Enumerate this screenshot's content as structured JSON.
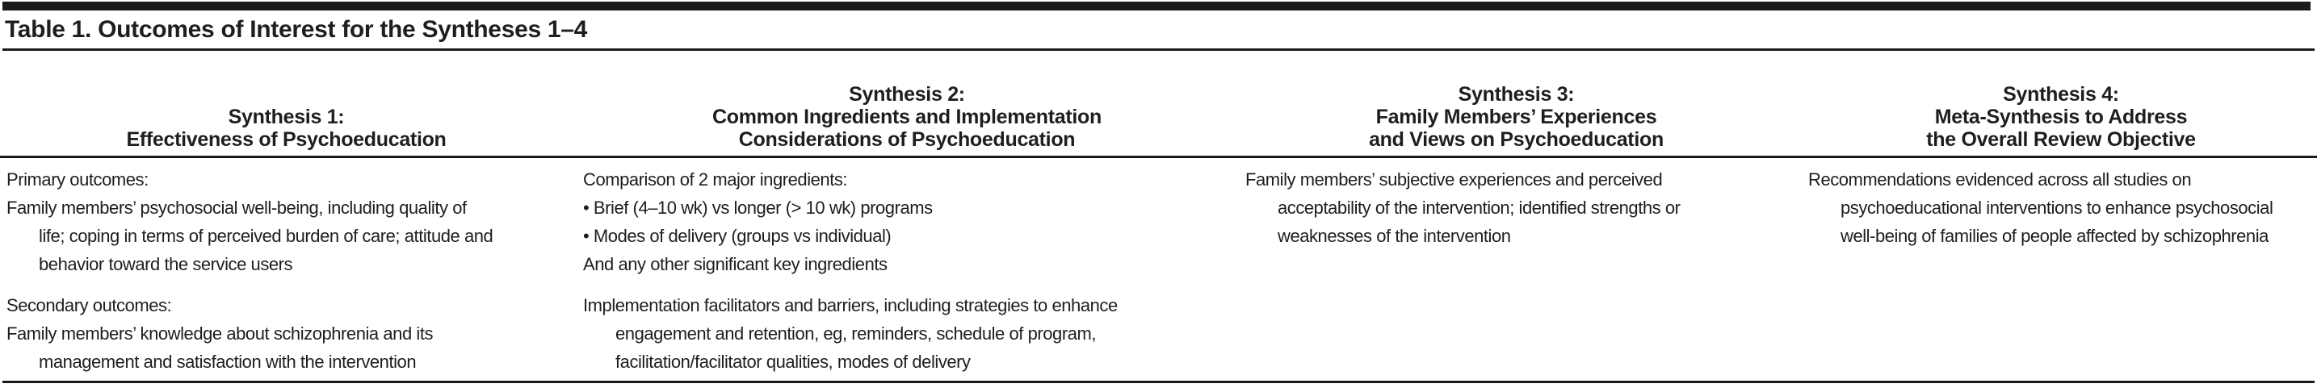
{
  "colors": {
    "ink": "#1e1e1e",
    "rule": "#1a1a1a",
    "background": "#ffffff"
  },
  "table": {
    "title": "Table 1. Outcomes of Interest for the Syntheses 1–4",
    "columns": [
      {
        "id": "synthesis-1",
        "header": [
          "Synthesis 1:",
          "Effectiveness of Psychoeducation"
        ],
        "body": [
          [
            "Primary outcomes:",
            "Family members’ psychosocial well-being, including quality of",
            "life; coping in terms of perceived burden of care; attitude and",
            "behavior toward the service users"
          ],
          [
            "Secondary outcomes:",
            "Family members’ knowledge about schizophrenia and its",
            "management and satisfaction with the intervention"
          ]
        ]
      },
      {
        "id": "synthesis-2",
        "header": [
          "Synthesis 2:",
          "Common Ingredients and Implementation",
          "Considerations of Psychoeducation"
        ],
        "body": [
          [
            "Comparison of 2 major ingredients:",
            "• Brief (4–10 wk) vs longer (> 10 wk) programs",
            "• Modes of delivery (groups vs individual)",
            "And any other significant key ingredients"
          ],
          [
            "Implementation facilitators and barriers, including strategies to enhance",
            "engagement and retention, eg, reminders, schedule of program,",
            "facilitation/facilitator qualities, modes of delivery"
          ]
        ]
      },
      {
        "id": "synthesis-3",
        "header": [
          "Synthesis 3:",
          "Family Members’ Experiences",
          "and Views on Psychoeducation"
        ],
        "body": [
          [
            "Family members’ subjective experiences and perceived",
            "acceptability of the intervention; identified strengths or",
            "weaknesses of the intervention"
          ]
        ]
      },
      {
        "id": "synthesis-4",
        "header": [
          "Synthesis 4:",
          "Meta-Synthesis to Address",
          "the Overall Review Objective"
        ],
        "body": [
          [
            "Recommendations evidenced across all studies on",
            "psychoeducational interventions to enhance psychosocial",
            "well-being of families of people affected by schizophrenia"
          ]
        ]
      }
    ]
  }
}
